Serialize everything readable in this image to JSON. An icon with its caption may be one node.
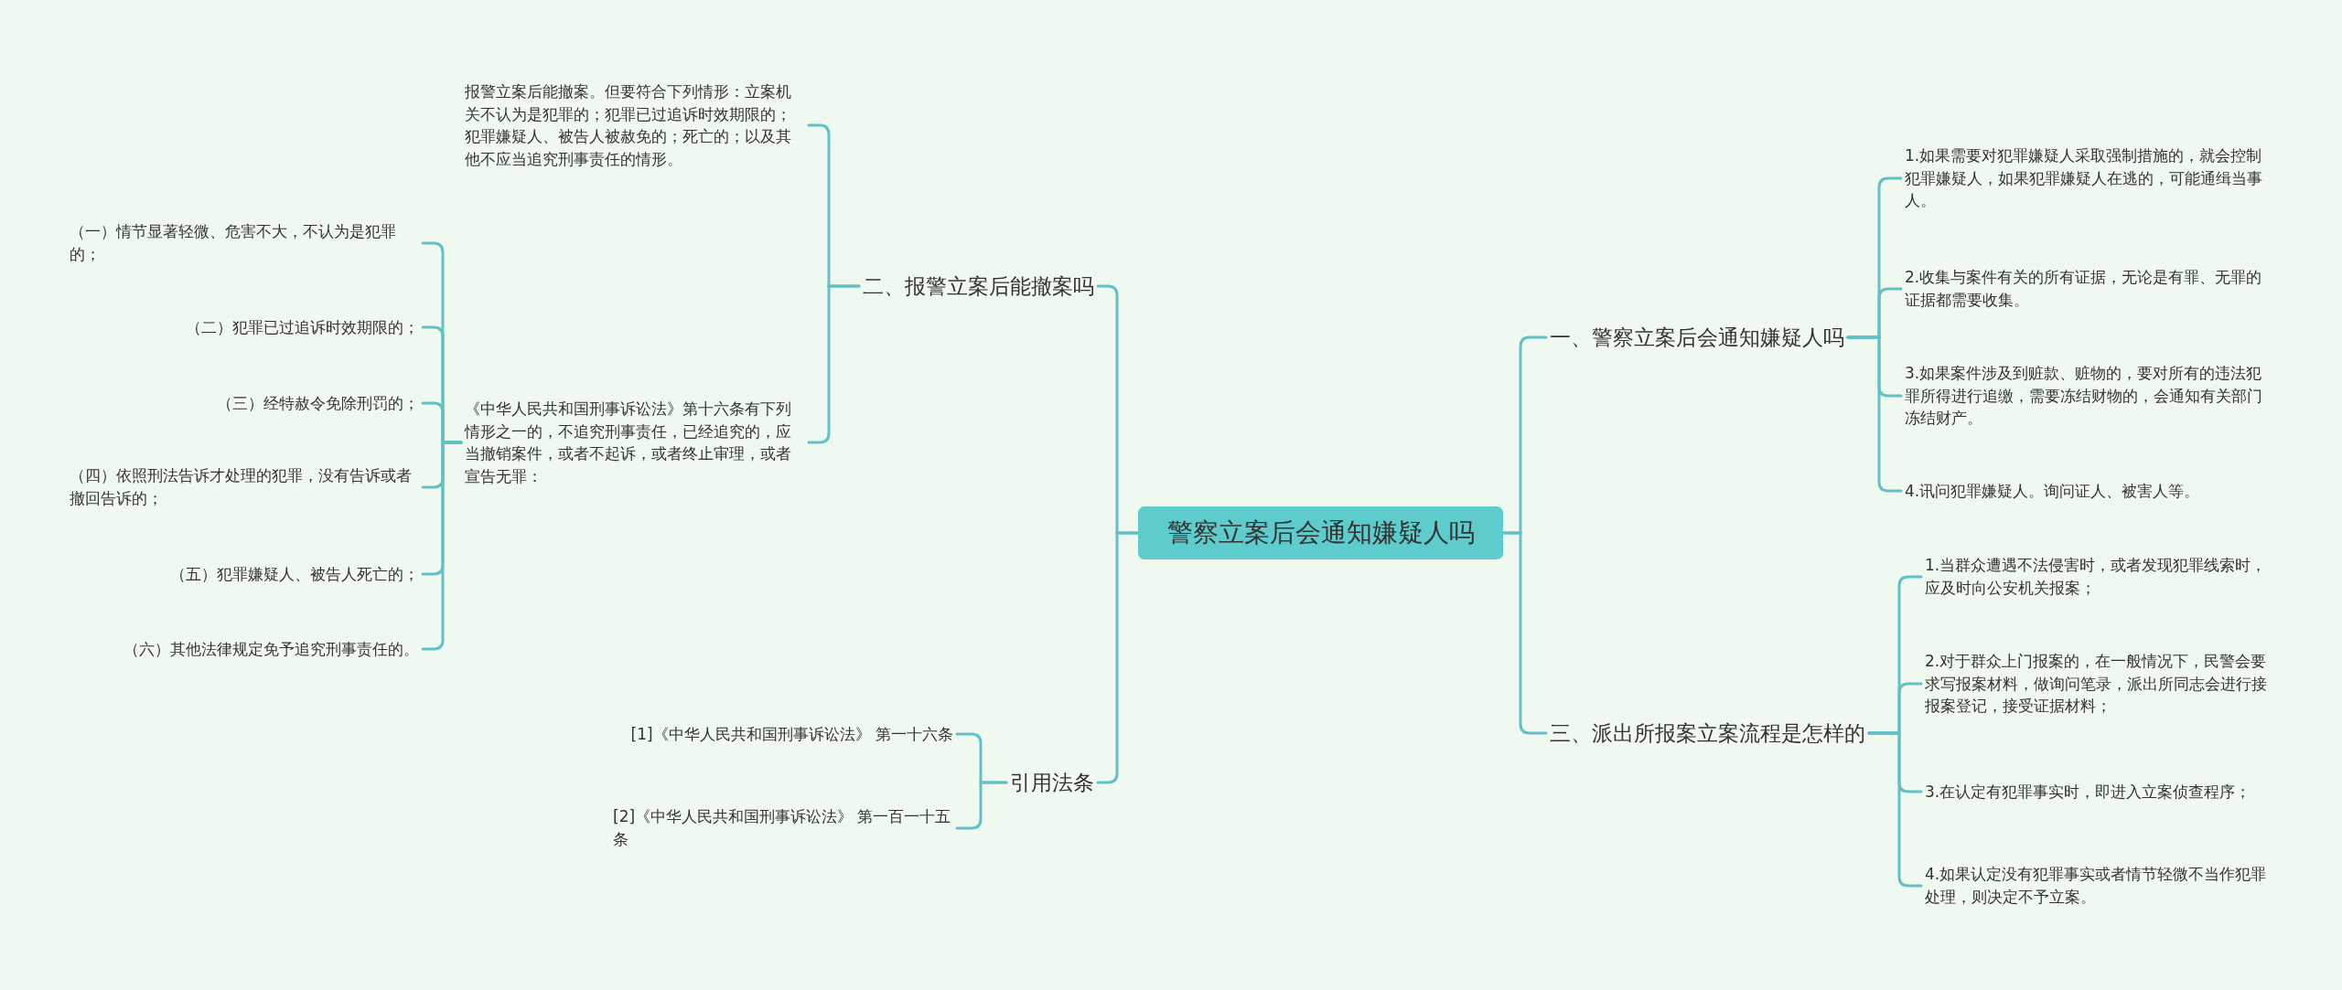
{
  "diagram": {
    "nodes": [
      {
        "text": [
          "警察立案后会通知嫌疑人吗"
        ]
      },
      {
        "text": [
          "一、警察立案后会通知嫌疑人吗"
        ]
      },
      {
        "text": [
          "1.如果需要对犯罪嫌疑人采取强制措施的，就会控制犯罪嫌疑人，如果犯罪嫌疑人在逃的，可能通缉当事人。"
        ]
      },
      {
        "text": [
          "2.收集与案件有关的所有证据，无论是有罪、无罪的证据都需要收集。"
        ]
      },
      {
        "text": [
          "3.如果案件涉及到赃款、赃物的，要对所有的违法犯罪所得进行追缴，需要冻结财物的，会通知有关部门冻结财产。"
        ]
      },
      {
        "text": [
          "4.讯问犯罪嫌疑人。询问证人、被害人等。"
        ]
      },
      {
        "text": [
          "三、派出所报案立案流程是怎样的"
        ]
      },
      {
        "text": [
          "1.当群众遭遇不法侵害时，或者发现犯罪线索时，应及时向公安机关报案；"
        ]
      },
      {
        "text": [
          "2.对于群众上门报案的，在一般情况下，民警会要求写报案材料，做询问笔录，派出所同志会进行接报案登记，接受证据材料；"
        ]
      },
      {
        "text": [
          "3.在认定有犯罪事实时，即进入立案侦查程序；"
        ]
      },
      {
        "text": [
          "4.如果认定没有犯罪事实或者情节轻微不当作犯罪处理，则决定不予立案。"
        ]
      },
      {
        "text": [
          "二、报警立案后能撤案吗"
        ]
      },
      {
        "text": [
          "报警立案后能撤案。但要符合下列情形：立案机关不认为是犯罪的；犯罪已过追诉时效期限的；犯罪嫌疑人、被告人被赦免的；死亡的；以及其他不应当追究刑事责任的情形。"
        ]
      },
      {
        "text": [
          "《中华人民共和国刑事诉讼法》第十六条有下列情形之一的，不追究刑事责任，已经追究的，应当撤销案件，或者不起诉，或者终止审理，或者宣告无罪："
        ]
      },
      {
        "text": [
          "（一）情节显著轻微、危害不大，不认为是犯罪的；"
        ]
      },
      {
        "text": [
          "（二）犯罪已过追诉时效期限的；"
        ]
      },
      {
        "text": [
          "（三）经特赦令免除刑罚的；"
        ]
      },
      {
        "text": [
          "（四）依照刑法告诉才处理的犯罪，没有告诉或者撤回告诉的；"
        ]
      },
      {
        "text": [
          "（五）犯罪嫌疑人、被告人死亡的；"
        ]
      },
      {
        "text": [
          "（六）其他法律规定免予追究刑事责任的。"
        ]
      },
      {
        "text": [
          "引用法条"
        ]
      },
      {
        "text": [
          "[1]《中华人民共和国刑事诉讼法》 第一十六条"
        ]
      },
      {
        "text": [
          "[2]《中华人民共和国刑事诉讼法》 第一百一十五条"
        ]
      }
    ],
    "edges": [
      {
        "from": 0,
        "to": 1,
        "arrow": "none"
      },
      {
        "from": 1,
        "to": 2,
        "arrow": "none"
      },
      {
        "from": 1,
        "to": 3,
        "arrow": "none"
      },
      {
        "from": 1,
        "to": 4,
        "arrow": "none"
      },
      {
        "from": 1,
        "to": 5,
        "arrow": "none"
      },
      {
        "from": 0,
        "to": 6,
        "arrow": "none"
      },
      {
        "from": 6,
        "to": 7,
        "arrow": "none"
      },
      {
        "from": 6,
        "to": 8,
        "arrow": "none"
      },
      {
        "from": 6,
        "to": 9,
        "arrow": "none"
      },
      {
        "from": 6,
        "to": 10,
        "arrow": "none"
      },
      {
        "from": 0,
        "to": 11,
        "arrow": "none"
      },
      {
        "from": 11,
        "to": 12,
        "arrow": "none"
      },
      {
        "from": 11,
        "to": 13,
        "arrow": "none"
      },
      {
        "from": 13,
        "to": 14,
        "arrow": "none"
      },
      {
        "from": 13,
        "to": 15,
        "arrow": "none"
      },
      {
        "from": 13,
        "to": 16,
        "arrow": "none"
      },
      {
        "from": 13,
        "to": 17,
        "arrow": "none"
      },
      {
        "from": 13,
        "to": 18,
        "arrow": "none"
      },
      {
        "from": 13,
        "to": 19,
        "arrow": "none"
      },
      {
        "from": 0,
        "to": 20,
        "arrow": "none"
      },
      {
        "from": 20,
        "to": 21,
        "arrow": "none"
      },
      {
        "from": 20,
        "to": 22,
        "arrow": "none"
      }
    ]
  }
}
